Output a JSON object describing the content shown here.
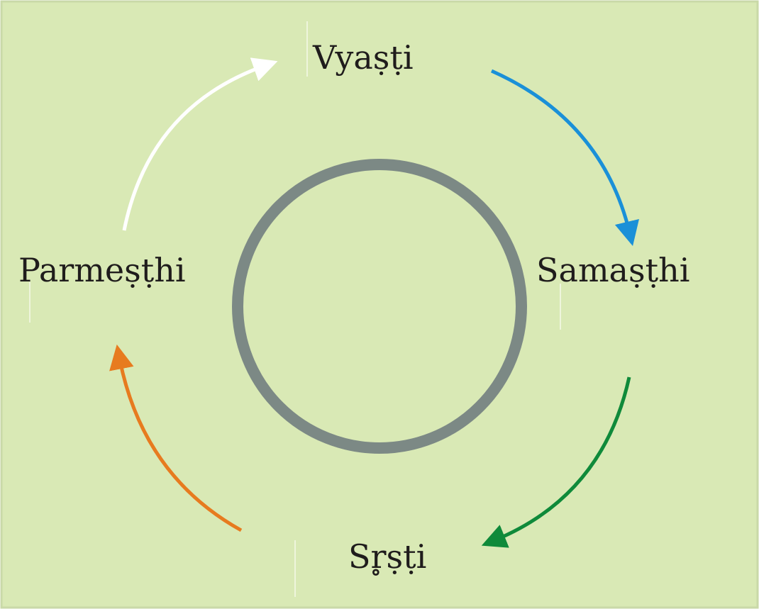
{
  "labels": {
    "top": "Vyaṣṭi",
    "right": "Samaṣṭhi",
    "bottom": "Sr̥ṣṭi",
    "left": "Parmeṣṭhi"
  },
  "colors": {
    "background": "#d9e9b5",
    "ring": "#7c8985",
    "arrow_top_left": "#ffffff",
    "arrow_top_right": "#1a90d8",
    "arrow_bottom_right": "#0f8a3a",
    "arrow_bottom_left": "#e77b1f"
  }
}
